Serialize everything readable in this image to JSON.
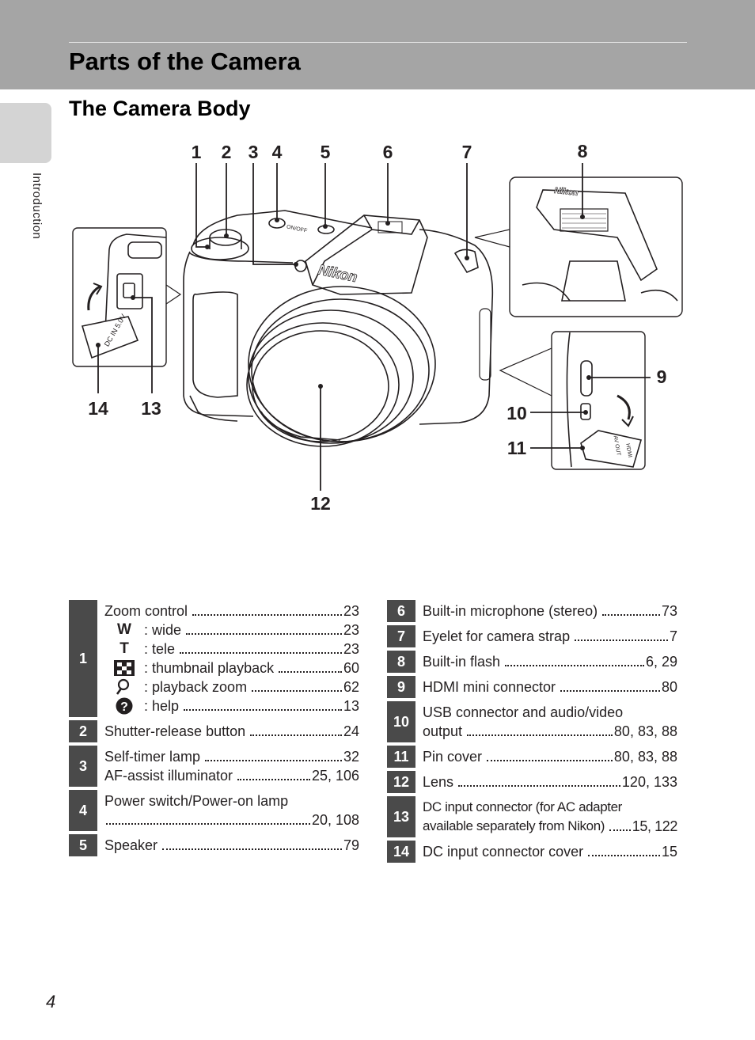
{
  "header": {
    "title": "Parts of the Camera"
  },
  "sidebar": {
    "label": "Introduction"
  },
  "section": {
    "title": "The Camera Body"
  },
  "diagram": {
    "callouts": [
      "1",
      "2",
      "3",
      "4",
      "5",
      "6",
      "7",
      "8",
      "9",
      "10",
      "11",
      "12",
      "13",
      "14"
    ],
    "brand_text": "Nikon",
    "port_cover_text": "DC IN 5.0V",
    "usb_cover_text": "AV OUT",
    "hdmi_text": "HDMI",
    "switch_text": "ON/OFF"
  },
  "left_table": [
    {
      "num": "1",
      "label": "Zoom control",
      "page": "23",
      "subitems": [
        {
          "icon": "W",
          "label": ": wide",
          "page": "23"
        },
        {
          "icon": "T",
          "label": ": tele",
          "page": "23"
        },
        {
          "icon": "thumbnail-icon",
          "label": ": thumbnail playback",
          "page": "60"
        },
        {
          "icon": "magnifier-icon",
          "label": ": playback zoom",
          "page": "62"
        },
        {
          "icon": "help-icon",
          "label": ": help",
          "page": "13"
        }
      ]
    },
    {
      "num": "2",
      "label": "Shutter-release button",
      "page": "24"
    },
    {
      "num": "3",
      "label": "Self-timer lamp",
      "page": "32",
      "label2": "AF-assist illuminator",
      "page2": "25, 106"
    },
    {
      "num": "4",
      "label": "Power switch/Power-on lamp",
      "page": "20, 108"
    },
    {
      "num": "5",
      "label": "Speaker",
      "page": "79"
    }
  ],
  "right_table": [
    {
      "num": "6",
      "label": "Built-in microphone (stereo)",
      "page": "73"
    },
    {
      "num": "7",
      "label": "Eyelet for camera strap",
      "page": "7"
    },
    {
      "num": "8",
      "label": "Built-in flash",
      "page": "6, 29"
    },
    {
      "num": "9",
      "label": "HDMI mini connector",
      "page": "80"
    },
    {
      "num": "10",
      "label": "USB connector and audio/video",
      "label2": "output",
      "page": "80, 83, 88"
    },
    {
      "num": "11",
      "label": "Pin cover",
      "page": "80, 83, 88"
    },
    {
      "num": "12",
      "label": "Lens",
      "page": "120, 133"
    },
    {
      "num": "13",
      "label": "DC input connector (for AC adapter",
      "label2": "available separately from Nikon)",
      "page": "15, 122"
    },
    {
      "num": "14",
      "label": "DC input connector cover",
      "page": "15"
    }
  ],
  "footer": {
    "page_number": "4"
  }
}
